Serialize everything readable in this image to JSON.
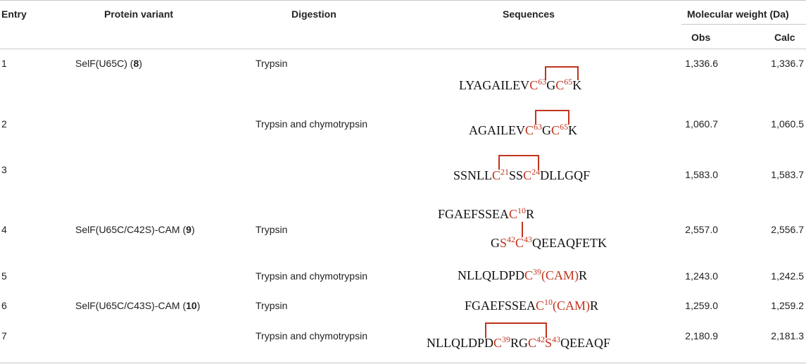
{
  "header": {
    "entry": "Entry",
    "protein": "Protein variant",
    "digestion": "Digestion",
    "sequences": "Sequences",
    "mw": "Molecular weight (Da)",
    "obs": "Obs",
    "calc": "Calc"
  },
  "rows": [
    {
      "entry": "1",
      "protein_pre": "SelF(U65C) (",
      "protein_num": "8",
      "protein_post": ")",
      "digestion": "Trypsin",
      "obs": "1,336.6",
      "calc": "1,336.7"
    },
    {
      "entry": "2",
      "protein_pre": "",
      "protein_num": "",
      "protein_post": "",
      "digestion": "Trypsin and chymotrypsin",
      "obs": "1,060.7",
      "calc": "1,060.5"
    },
    {
      "entry": "3",
      "protein_pre": "",
      "protein_num": "",
      "protein_post": "",
      "digestion": "",
      "obs": "1,583.0",
      "calc": "1,583.7"
    },
    {
      "entry": "4",
      "protein_pre": "SelF(U65C/C42S)-CAM (",
      "protein_num": "9",
      "protein_post": ")",
      "digestion": "Trypsin",
      "obs": "2,557.0",
      "calc": "2,556.7"
    },
    {
      "entry": "5",
      "protein_pre": "",
      "protein_num": "",
      "protein_post": "",
      "digestion": "Trypsin and chymotrypsin",
      "obs": "1,243.0",
      "calc": "1,242.5"
    },
    {
      "entry": "6",
      "protein_pre": "SelF(U65C/C43S)-CAM (",
      "protein_num": "10",
      "protein_post": ")",
      "digestion": "Trypsin",
      "obs": "1,259.0",
      "calc": "1,259.2"
    },
    {
      "entry": "7",
      "protein_pre": "",
      "protein_num": "",
      "protein_post": "",
      "digestion": "Trypsin and chymotrypsin",
      "obs": "2,180.9",
      "calc": "2,181.3"
    }
  ],
  "sequences": {
    "s1": {
      "a": "LYAGAILEV",
      "c1": "C",
      "n1": "63",
      "m": "G",
      "c2": "C",
      "n2": "65",
      "e": "K"
    },
    "s2": {
      "a": "AGAILEV",
      "c1": "C",
      "n1": "63",
      "m": "G",
      "c2": "C",
      "n2": "65",
      "e": "K"
    },
    "s3": {
      "a": "SSNLL",
      "c1": "C",
      "n1": "21",
      "m": "SS",
      "c2": "C",
      "n2": "24",
      "e": "DLLGQF"
    },
    "s4a": {
      "a": "FGAEFSSEA",
      "c1": "C",
      "n1": "10",
      "e": "R"
    },
    "s4b": {
      "a": "G",
      "s": "S",
      "ns": "42",
      "c": "C",
      "nc": "43",
      "e": "QEEAQFETK"
    },
    "s5": {
      "a": "NLLQLDPD",
      "c": "C",
      "n": "39",
      "cam": "(CAM)",
      "e": "R"
    },
    "s6": {
      "a": "FGAEFSSEA",
      "c": "C",
      "n": "10",
      "cam": "(CAM)",
      "e": "R"
    },
    "s7": {
      "a": "NLLQLDPD",
      "c1": "C",
      "n1": "39",
      "m": "RG",
      "c2": "C",
      "n2": "42",
      "s": "S",
      "ns": "43",
      "e": "QEEAQF"
    }
  },
  "colors": {
    "cysteine": "#c0341d",
    "rule": "#c8c8c8"
  }
}
